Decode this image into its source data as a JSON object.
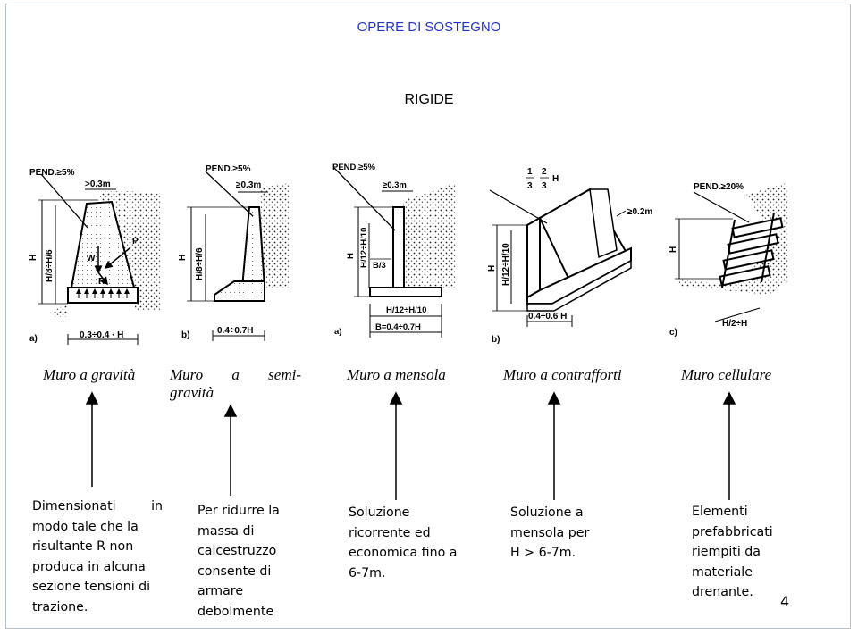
{
  "header": {
    "title": "OPERE DI SOSTEGNO",
    "subtitle": "RIGIDE"
  },
  "figures": [
    {
      "label": "a)",
      "texts": {
        "pend": "PEND.≥5%",
        "top": ">0.3m",
        "h": "H",
        "h_ratio": "H/8÷H/6",
        "w": "W",
        "p": "P",
        "r": "R",
        "base": "0.3÷0.4 · H"
      }
    },
    {
      "label": "b)",
      "texts": {
        "pend": "PEND.≥5%",
        "top": "≥0.3m",
        "h": "H",
        "h_ratio": "H/8÷H/6",
        "base": "0.4÷0.7H"
      }
    },
    {
      "label": "a)",
      "texts": {
        "pend": "PEND.≥5%",
        "top": "≥0.3m",
        "h": "H",
        "h_ratio": "H/12÷H/10",
        "toe": "B/3",
        "slab": "H/12÷H/10",
        "base": "B=0.4÷0.7H"
      }
    },
    {
      "label": "b)",
      "texts": {
        "spacing_a": "1",
        "spacing_b": "3",
        "spacing_c": "2",
        "spacing_d": "3",
        "spacing_h": "H",
        "top": "≥0.2m",
        "h": "H",
        "h_ratio": "H/12÷H/10",
        "base": "0.4÷0.6 H"
      }
    },
    {
      "label": "c)",
      "texts": {
        "pend": "PEND.≥20%",
        "h": "H",
        "base": "H/2÷H"
      }
    }
  ],
  "captions": [
    "Muro a gravità",
    "Muro",
    "a",
    "semi-",
    "gravità",
    "Muro a mensola",
    "Muro a contrafforti",
    "Muro cellulare"
  ],
  "descriptions": [
    [
      "Dimensionati",
      "in",
      "modo tale che la",
      "risultante R non",
      "produca in alcuna",
      "sezione tensioni di",
      "trazione."
    ],
    [
      "Per ridurre la",
      "massa di",
      "calcestruzzo",
      "consente di",
      "armare",
      "debolmente"
    ],
    [
      "Soluzione",
      "ricorrente ed",
      "economica fino a",
      "6-7m."
    ],
    [
      "Soluzione a",
      "mensola per",
      "H > 6-7m."
    ],
    [
      "Elementi",
      "prefabbricati",
      "riempiti da",
      "materiale",
      "drenante."
    ]
  ],
  "page_number": "4"
}
